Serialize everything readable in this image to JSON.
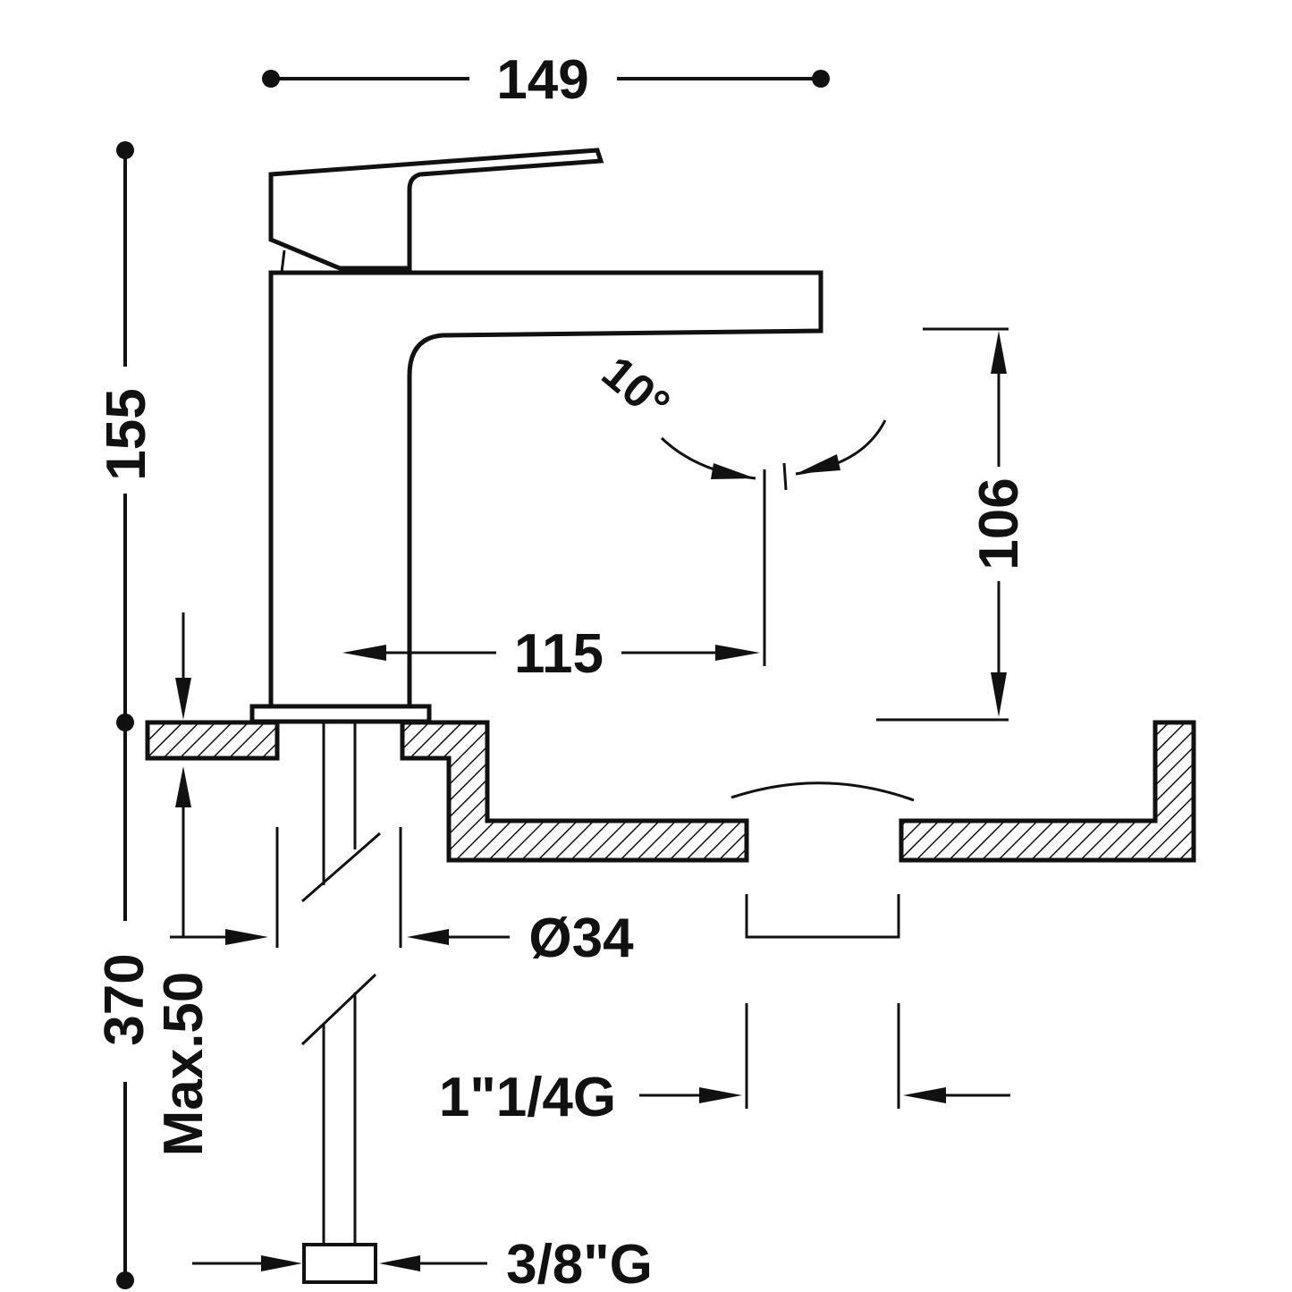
{
  "dimensions": {
    "overall_width": "149",
    "overall_height": "155",
    "spout_reach": "115",
    "spout_height": "106",
    "swivel_angle": "10°",
    "body_diameter": "Ø34",
    "total_length": "370",
    "max_deck_thickness": "Max.50",
    "waste_thread": "1\"1/4G",
    "inlet_thread": "3/8\"G"
  }
}
